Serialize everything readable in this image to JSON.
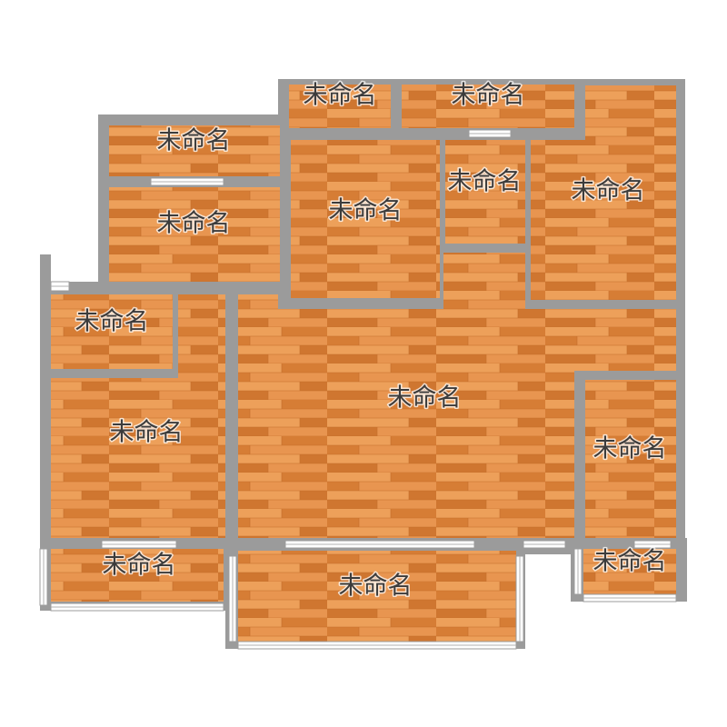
{
  "colors": {
    "floor_base": "#e0883e",
    "floor_light": "#eda05a",
    "floor_dark": "#cf7630",
    "wall": "#9b9b9b",
    "window": "#ffffff",
    "label": "#3c3c3c"
  },
  "rooms": [
    {
      "id": "top-left-small",
      "label": "未命名"
    },
    {
      "id": "top-center",
      "label": "未命名"
    },
    {
      "id": "left-upper",
      "label": "未命名"
    },
    {
      "id": "left-second",
      "label": "未命名"
    },
    {
      "id": "center-upper",
      "label": "未命名"
    },
    {
      "id": "center-small",
      "label": "未命名"
    },
    {
      "id": "right-upper",
      "label": "未命名"
    },
    {
      "id": "left-small",
      "label": "未命名"
    },
    {
      "id": "living-room",
      "label": "未命名"
    },
    {
      "id": "left-bedroom",
      "label": "未命名"
    },
    {
      "id": "right-lower",
      "label": "未命名"
    },
    {
      "id": "bottom-left-balcony",
      "label": "未命名"
    },
    {
      "id": "bottom-center-balcony",
      "label": "未命名"
    },
    {
      "id": "bottom-right-small",
      "label": "未命名"
    }
  ]
}
